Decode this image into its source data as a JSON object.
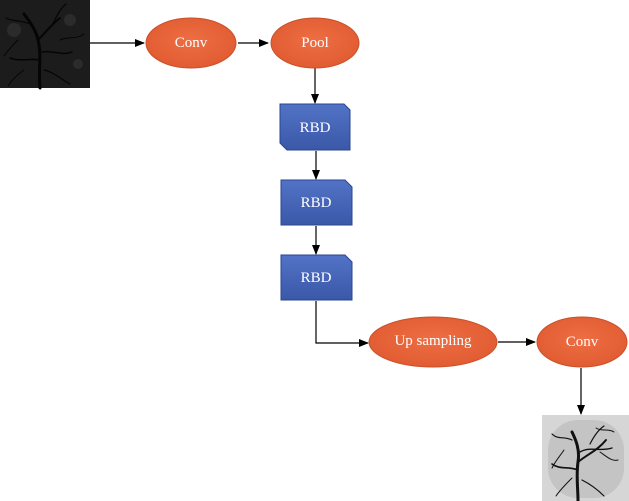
{
  "nodes": {
    "conv_1": {
      "label": "Conv"
    },
    "pool": {
      "label": "Pool"
    },
    "rbd_1": {
      "label": "RBD"
    },
    "rbd_2": {
      "label": "RBD"
    },
    "rbd_3": {
      "label": "RBD"
    },
    "up_sampling": {
      "label": "Up sampling"
    },
    "conv_2": {
      "label": "Conv"
    }
  },
  "images": {
    "input": "angiogram-input-image",
    "output": "angiogram-output-image"
  },
  "colors": {
    "ellipse_fill": "#E8633A",
    "ellipse_stroke": "#C9502A",
    "box_fill": "#4563B5",
    "box_stroke": "#2B4590",
    "connector": "#000000"
  }
}
